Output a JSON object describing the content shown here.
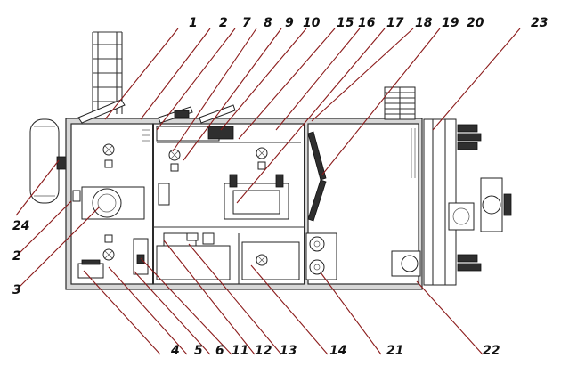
{
  "callouts_top": [
    "1",
    "2",
    "7",
    "8",
    "9",
    "10",
    "15",
    "16",
    "17",
    "18",
    "19",
    "20",
    "23"
  ],
  "callouts_left": [
    "24",
    "2",
    "3"
  ],
  "callouts_bottom": [
    "4",
    "5",
    "6",
    "11",
    "12",
    "13",
    "14",
    "21",
    "22"
  ],
  "colors": {
    "leader": "#8b1a1a",
    "outline": "#2a2a2a",
    "wall_fill": "#d7d7d7"
  }
}
